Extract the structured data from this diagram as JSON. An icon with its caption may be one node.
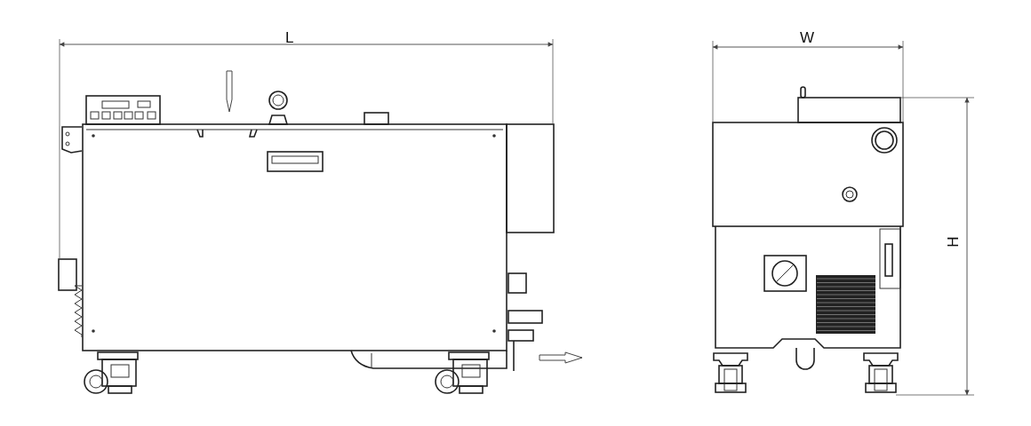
{
  "diagram": {
    "labels": [
      "L",
      "W",
      "H"
    ]
  }
}
